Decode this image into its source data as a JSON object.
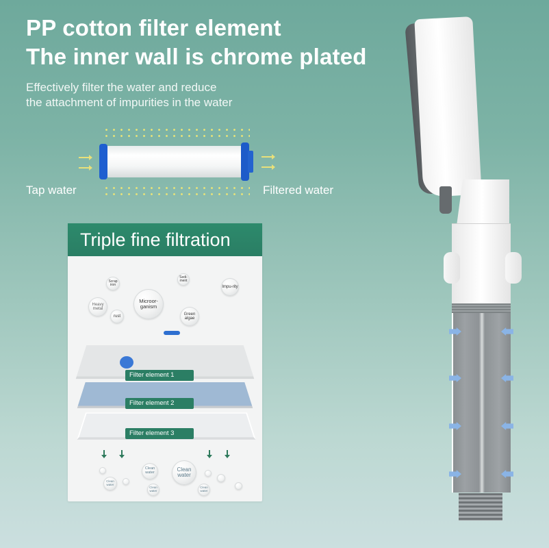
{
  "headline": {
    "line1": "PP cotton filter element",
    "line2": "The inner wall is chrome plated"
  },
  "subheadline": {
    "line1": "Effectively filter the water and reduce",
    "line2": "the attachment of impurities in the water"
  },
  "flow_diagram": {
    "input_label": "Tap water",
    "output_label": "Filtered water",
    "cartridge_cap_color": "#1f5fd0"
  },
  "filtration_panel": {
    "title": "Triple fine filtration",
    "header_color": "#2b7e64",
    "impurities": [
      {
        "label": "Scrap iron"
      },
      {
        "label": "Sedi-ment"
      },
      {
        "label": "Impu-rity"
      },
      {
        "label": "Microor-ganism"
      },
      {
        "label": "Heavy metal"
      },
      {
        "label": "rust"
      },
      {
        "label": "Green algae"
      }
    ],
    "layers": [
      {
        "label": "Filter element 1"
      },
      {
        "label": "Filter element 2"
      },
      {
        "label": "Filter element 3"
      }
    ],
    "output_bubbles": [
      {
        "label": "Clean water"
      },
      {
        "label": "Clean water"
      },
      {
        "label": "Clean water"
      },
      {
        "label": "Clean water"
      },
      {
        "label": "Clean water"
      }
    ]
  },
  "product": {
    "name": "shower head with filter",
    "arrow_color": "#8ab4e6"
  }
}
